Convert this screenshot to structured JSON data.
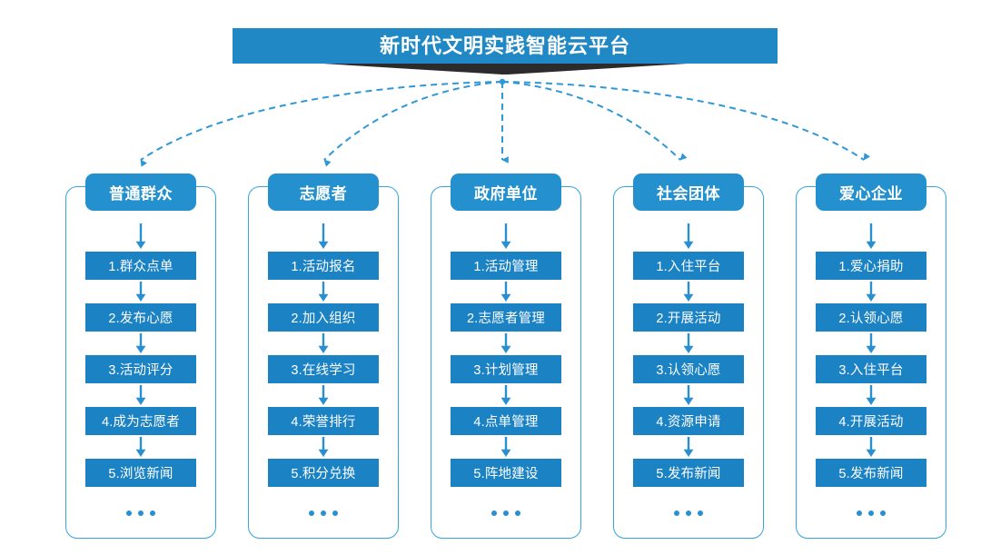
{
  "banner": {
    "title": "新时代文明实践智能云平台",
    "chevron_icon": "chevron-down-icon"
  },
  "colors": {
    "banner_blue": "#2088c4",
    "header_blue": "#2490cd",
    "step_blue": "#1b82c4",
    "outline_blue": "#35a4e0",
    "connector_blue": "#2e97d6",
    "shadow_dark": "#2b2b2b",
    "text_white": "#ffffff"
  },
  "ellipsis": "...",
  "columns": [
    {
      "id": "ordinary-public",
      "header": "普通群众",
      "steps": [
        "1.群众点单",
        "2.发布心愿",
        "3.活动评分",
        "4.成为志愿者",
        "5.浏览新闻"
      ]
    },
    {
      "id": "volunteer",
      "header": "志愿者",
      "steps": [
        "1.活动报名",
        "2.加入组织",
        "3.在线学习",
        "4.荣誉排行",
        "5.积分兑换"
      ]
    },
    {
      "id": "government-unit",
      "header": "政府单位",
      "steps": [
        "1.活动管理",
        "2.志愿者管理",
        "3.计划管理",
        "4.点单管理",
        "5.阵地建设"
      ]
    },
    {
      "id": "social-group",
      "header": "社会团体",
      "steps": [
        "1.入住平台",
        "2.开展活动",
        "3.认领心愿",
        "4.资源申请",
        "5.发布新闻"
      ]
    },
    {
      "id": "caring-enterprise",
      "header": "爱心企业",
      "steps": [
        "1.爱心捐助",
        "2.认领心愿",
        "3.入住平台",
        "4.开展活动",
        "5.发布新闻"
      ]
    }
  ]
}
